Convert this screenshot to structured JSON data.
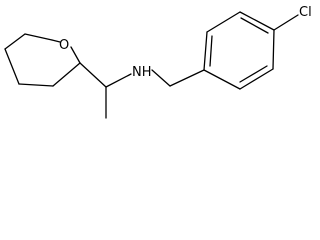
{
  "molecule": {
    "atoms": {
      "oxygen": "O",
      "amine": "NH",
      "chlorine": "Cl"
    }
  }
}
